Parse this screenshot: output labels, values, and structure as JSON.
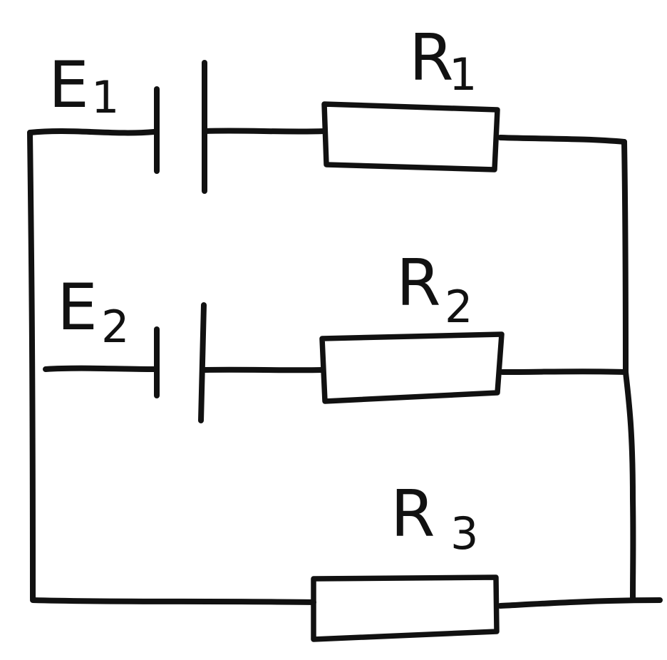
{
  "labels": {
    "e1": {
      "main": "E",
      "sub": "1"
    },
    "e2": {
      "main": "E",
      "sub": "2"
    },
    "r1": {
      "main": "R",
      "sub": "1"
    },
    "r2": {
      "main": "R",
      "sub": "2"
    },
    "r3": {
      "main": "R",
      "sub": "3"
    }
  },
  "colors": {
    "ink": "#111111",
    "paper": "#ffffff"
  }
}
